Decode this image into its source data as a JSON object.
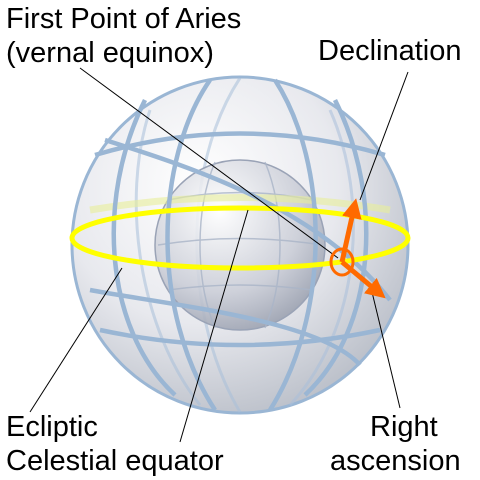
{
  "labels": {
    "first_point_line1": "First Point of Aries",
    "first_point_line2": "(vernal equinox)",
    "declination": "Declination",
    "ecliptic": "Ecliptic",
    "celestial_equator": "Celestial equator",
    "right_ascension_line1": "Right",
    "right_ascension_line2": "ascension"
  },
  "colors": {
    "grid": "#9ab6d4",
    "ecliptic": "#ffff00",
    "equator_glow": "#e8ee9a",
    "arrow": "#ff6a00",
    "sphere_edge": "#9ab6d4"
  }
}
